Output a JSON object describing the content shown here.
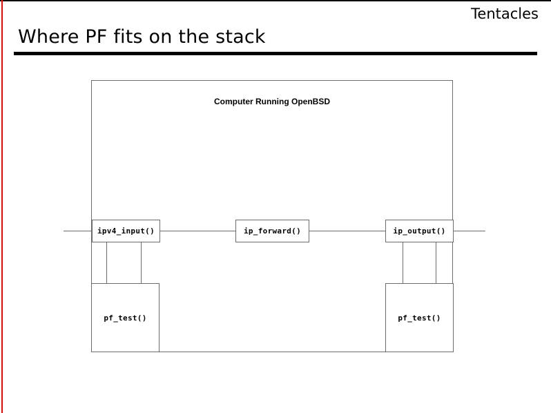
{
  "slide": {
    "deck_name": "Tentacles",
    "title": "Where PF fits on the stack",
    "accent_rule_color": "#ff0000",
    "title_rule_color": "#000000",
    "background_color": "#ffffff"
  },
  "diagram": {
    "type": "block-flow",
    "container_label": "Computer Running OpenBSD",
    "line_color": "#6b6b6b",
    "nodes": [
      {
        "id": "ipv4_input",
        "label": "ipv4_input()"
      },
      {
        "id": "ip_forward",
        "label": "ip_forward()"
      },
      {
        "id": "ip_output",
        "label": "ip_output()"
      },
      {
        "id": "pf_test_in",
        "label": "pf_test()"
      },
      {
        "id": "pf_test_out",
        "label": "pf_test()"
      }
    ]
  }
}
